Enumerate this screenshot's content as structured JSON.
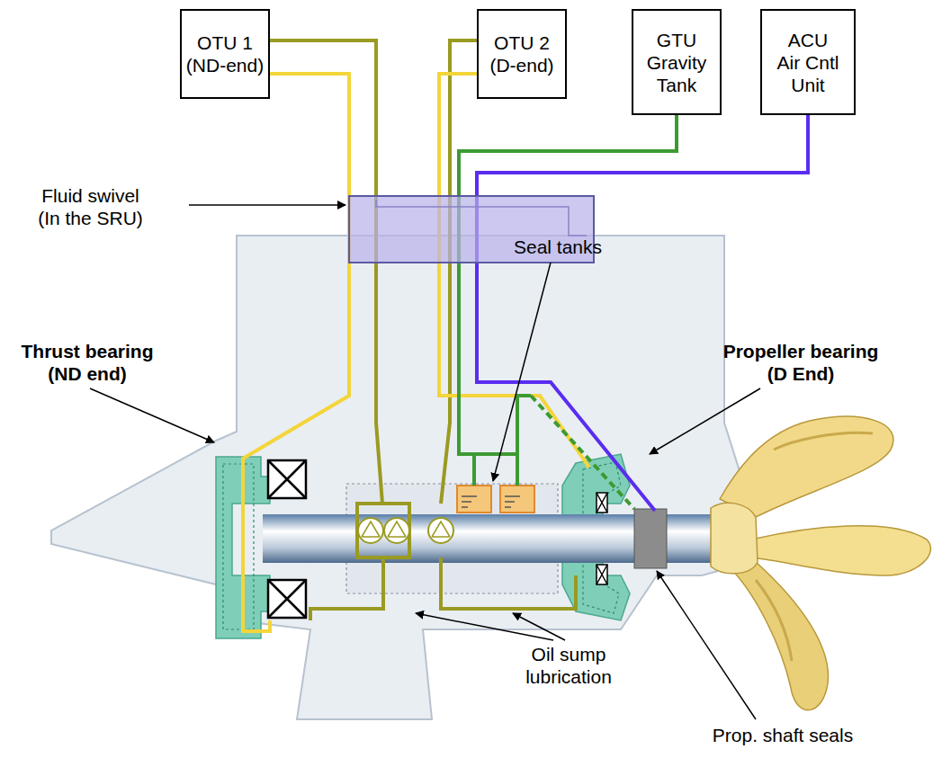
{
  "diagram": {
    "nodes": [
      {
        "text": [
          "OTU 1 (ND-end)"
        ]
      },
      {
        "text": [
          "OTU 2 (D-end)"
        ]
      },
      {
        "text": [
          "GTU Gravity Tank"
        ]
      },
      {
        "text": [
          "ACU Air Cntl Unit"
        ]
      }
    ],
    "labels": [
      "Fluid swivel (In the SRU)",
      "Seal tanks",
      "Thrust bearing (ND end)",
      "Propeller bearing (D End)",
      "Oil sump lubrication",
      "Prop. shaft seals"
    ]
  }
}
